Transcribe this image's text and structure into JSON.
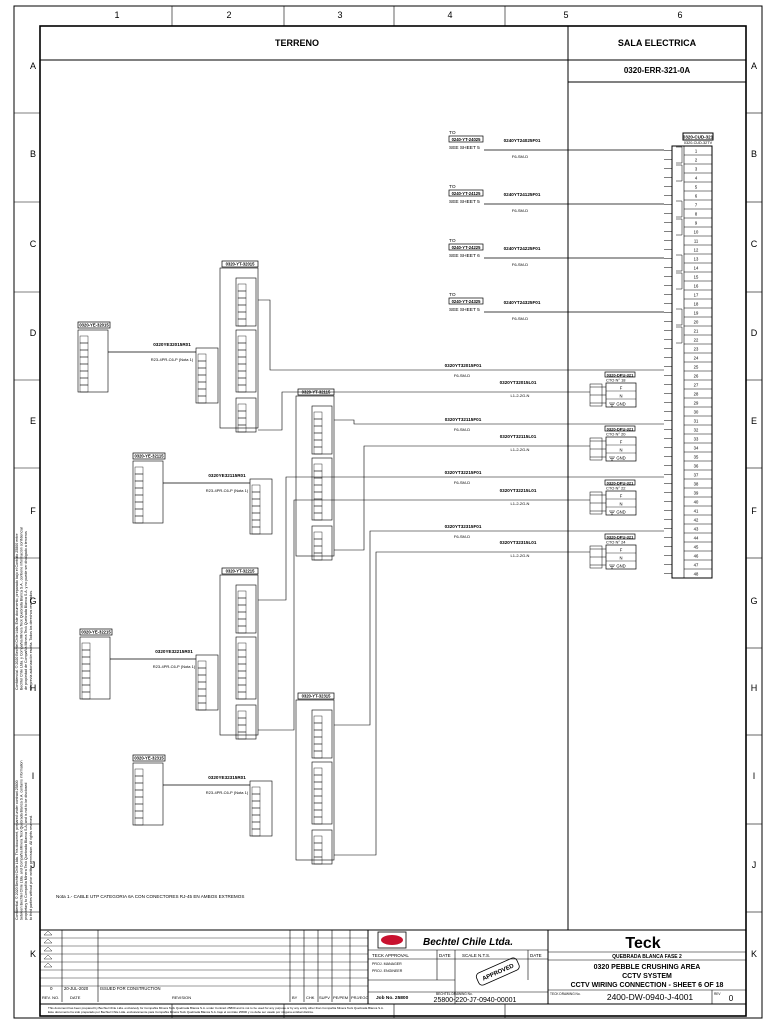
{
  "grid": {
    "columns": [
      "1",
      "2",
      "3",
      "4",
      "5",
      "6"
    ],
    "rows": [
      "A",
      "B",
      "C",
      "D",
      "E",
      "F",
      "G",
      "H",
      "I",
      "J",
      "K"
    ]
  },
  "header": {
    "left_title": "TERRENO",
    "right_title": "SALA ELECTRICA",
    "room_id": "0320-ERR-321-0A"
  },
  "panel": {
    "tag": "0320-CUD-321",
    "subtitle": "0320-CUD-32TV",
    "terminals": [
      "1",
      "2",
      "3",
      "4",
      "5",
      "6",
      "7",
      "8",
      "9",
      "10",
      "11",
      "12",
      "13",
      "14",
      "15",
      "16",
      "17",
      "18",
      "19",
      "20",
      "21",
      "22",
      "23",
      "24",
      "25",
      "26",
      "27",
      "28",
      "29",
      "30",
      "31",
      "32",
      "33",
      "34",
      "35",
      "36",
      "37",
      "38",
      "39",
      "40",
      "41",
      "42",
      "43",
      "44",
      "45",
      "46",
      "47",
      "48"
    ]
  },
  "offsheet": [
    {
      "to": "TO",
      "tag": "0240-YT-24025",
      "cable": "0240YT24025F01",
      "see": "SEE SHEET 5",
      "type": "F6-SM-D"
    },
    {
      "to": "TO",
      "tag": "0240-YT-24125",
      "cable": "0240YT24125F01",
      "see": "SEE SHEET 5",
      "type": "F6-SM-D"
    },
    {
      "to": "TO",
      "tag": "0240-YT-24225",
      "cable": "0240YT24225F01",
      "see": "SEE SHEET 6",
      "type": "F6-SM-D"
    },
    {
      "to": "TO",
      "tag": "0240-YT-24325",
      "cable": "0240YT24325F01",
      "see": "SEE SHEET 5",
      "type": "F6-SM-D"
    }
  ],
  "cameras": [
    {
      "tag": "0320-YE-32015",
      "cable": "0320YE32015R01",
      "cable_type": "R23-4PR-C6-P (Nota 1)"
    },
    {
      "tag": "0320-YE-32115",
      "cable": "0320YE32115R01",
      "cable_type": "R23-4PR-C6-P (Nota 1)"
    },
    {
      "tag": "0320-YE-32215",
      "cable": "0320YE32215R01",
      "cable_type": "R23-4PR-C6-P (Nota 1)"
    },
    {
      "tag": "0320-YE-32315",
      "cable": "0320YE32315R01",
      "cable_type": "R23-4PR-C6-P (Nota 1)"
    }
  ],
  "transmitters": [
    {
      "tag": "0320-YT-32015",
      "fiber": "0320YT32015F01",
      "fiber_type": "F6-SM-D",
      "power": "0320YT32015L01",
      "power_type": "L1-2-2G-N"
    },
    {
      "tag": "0320-YT-32115",
      "fiber": "0320YT32115F01",
      "fiber_type": "F6-SM-D",
      "power": "0320YT32115L01",
      "power_type": "L1-2-2G-N"
    },
    {
      "tag": "0320-YT-32215",
      "fiber": "0320YT32215F01",
      "fiber_type": "F6-SM-D",
      "power": "0320YT32215L01",
      "power_type": "L1-2-2G-N"
    },
    {
      "tag": "0320-YT-32315",
      "fiber": "0320YT32315F01",
      "fiber_type": "F6-SM-D",
      "power": "0320YT32315L01",
      "power_type": "L1-2-2G-N"
    }
  ],
  "power_panels": [
    {
      "tag": "0320-DPU-321",
      "ckt": "CTO N° 18",
      "f": "F",
      "n": "N",
      "gnd": "GND"
    },
    {
      "tag": "0320-DPU-321",
      "ckt": "CTO N° 20",
      "f": "F",
      "n": "N",
      "gnd": "GND"
    },
    {
      "tag": "0320-DPU-321",
      "ckt": "CTO N° 22",
      "f": "F",
      "n": "N",
      "gnd": "GND"
    },
    {
      "tag": "0320-DPU-321",
      "ckt": "CTO N° 24",
      "f": "F",
      "n": "N",
      "gnd": "GND"
    }
  ],
  "note": "Nota 1.- CABLE UTP CATEGORIA 6A CON CONECTORES RJ-45 EN AMBOS EXTREMOS",
  "confidential": [
    "Confidential. © 2020 Bechtel Chile Ltda. This document, prepared under contract 25800",
    "between Bechtel Chile Ltda. and Compañía Minera Teck Quebrada Blanca S.A. contains information",
    "proprietary to Compañía Minera Teck Quebrada Blanca S.A. and is not to be disclosed",
    "to third parties without prior written permission. All rights reserved.",
    "Confidencial. © 2020 Bechtel Chile Ltda. Este documento, preparado bajo el Contrato 25800 entre",
    "Bechtel Chile Ltda. y Compañía Minera Teck Quebrada Blanca S.A., contiene información confidencial",
    "de propiedad de Compañía Minera Teck Quebrada Blanca S.A. y no puede ser divulgado a terceros",
    "sin previa autorización escrita. Todos los derechos reservados."
  ],
  "titleblock": {
    "bechtel": "Bechtel Chile Ltda.",
    "teck": "Teck",
    "teck_approval": "TECK APPROVAL",
    "date_label": "DATE",
    "scale_label": "SCALE  N.T.S.",
    "proj_manager": "PROJ. MANAGER",
    "proj_engineer": "PROJ. ENGINEER",
    "project": "QUEBRADA BLANCA FASE 2",
    "area": "0320 PEBBLE CRUSHING AREA",
    "system": "CCTV SYSTEM",
    "sheet": "CCTV WIRING CONNECTION - SHEET 6 OF 18",
    "teck_drawing_label": "TECK DRAWING No.",
    "rev_label_small": "REV",
    "teck_drawing_no": "2400-DW-0940-J-4001",
    "teck_rev": "0",
    "job_no": "Job No. 25800",
    "bechtel_drawing_label": "BECHTEL DRAWING No.",
    "bechtel_drawing_no": "25800-220-J7-0940-00001",
    "rev_table_headers": [
      "REV. NO.",
      "DATE",
      "REVISION",
      "BY",
      "CHK",
      "SUPV",
      "PE/PEM",
      "PRJ/EGO"
    ],
    "rev_row": {
      "rev": "0",
      "date": "20-JUL-2020",
      "desc": "ISSUED FOR CONSTRUCTION"
    },
    "stamp": "APPROVED",
    "footer1": "This document has been prepared by Bechtel Chile Ltda. exclusively for Compañía Minera Teck Quebrada Blanca S.A. under Contract 25800 and is not to be used for any purpose or by any entity other than Compañía Minera Teck Quebrada Blanca S.A.",
    "footer2": "Este documento ha sido preparado por Bechtel Chile Ltda. exclusivamente para Compañía Minera Teck Quebrada Blanca S.A. bajo el contrato 25800 y no debe ser usado por ninguna entidad distinta."
  }
}
